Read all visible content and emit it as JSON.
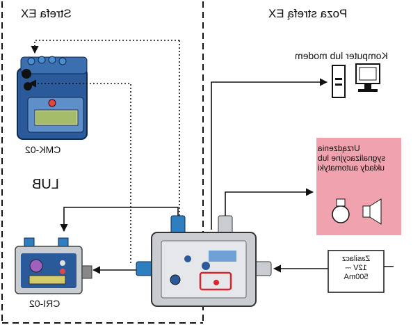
{
  "zones": {
    "inside_label": "Strefa EX",
    "outside_label": "Poza strefą EX"
  },
  "devices": {
    "cmk": "CMK-02",
    "cri": "CRI-02",
    "computer": "Komputer lub modem",
    "automation": "Urządzenia sygnalizacyjne lub układy automatyki",
    "power_supply_lines": [
      "Zasilacz",
      "12V ⎓",
      "500mA"
    ]
  },
  "lub_label": "LUB",
  "colors": {
    "dashed_line": "#111111",
    "pink_box": "#f0a3ae",
    "cable_gland_blue": "#2f7fc0",
    "enclosure_gray": "#c9ccd1",
    "highlight_red": "#d9232d"
  }
}
